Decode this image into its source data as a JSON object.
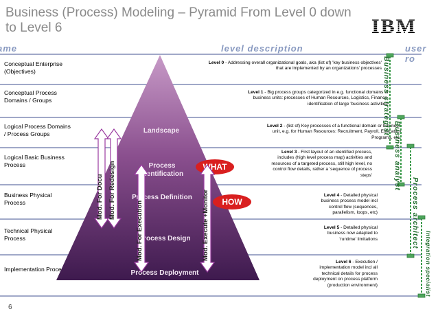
{
  "slide": {
    "title": "Business (Process) Modeling – Pyramid From Level 0 down to Level 6",
    "page_number": "6",
    "logo": "IBM"
  },
  "columns": {
    "level_name": "ame",
    "level_description": "level description",
    "user_role": "user ro"
  },
  "levels": [
    {
      "name": "Conceptual Enterprise (Objectives)",
      "desc_bold": "Level 0",
      "desc": " - Addressing overall organizational goals, aka (list of) 'key business objectives' that are implemented by an organizations' processes"
    },
    {
      "name": "Conceptual Process Domains / Groups",
      "desc_bold": "Level 1",
      "desc": " - Big process groups categorized in e.g. functional domains or business units: processes of Human Resources, Logistics, Finance, identification of large 'business activities'"
    },
    {
      "name": "Logical Process Domains / Process Groups",
      "desc_bold": "Level 2",
      "desc": " - (list of) Key processes of a functional domain or business unit, e.g. for Human Resources: Recruitment, Payroll, Education Programs, etc."
    },
    {
      "name": "Logical Basic Business Process",
      "desc_bold": "Level 3",
      "desc": " - First layout of an identified process, includes (high level process map) activities and resources of a targeted process, still high level, no control flow details, rather a 'sequence of process steps'"
    },
    {
      "name": "Business Physical Process",
      "desc_bold": "Level 4",
      "desc": " - Detailed physical business process model incl control flow (sequences, parallelism, loops, etc)"
    },
    {
      "name": "Technical Physical Process",
      "desc_bold": "Level 5",
      "desc": " - Detailed physical business now adapted to 'runtime' limitations"
    },
    {
      "name": "Implementation Process",
      "desc_bold": "Level 6",
      "desc": " - Execution / implementation model incl all technical details for process deployment on process platform (production environment)"
    }
  ],
  "pyramid": {
    "layers": [
      "Landscape",
      "Process Identification",
      "Process Definition",
      "Process Design",
      "Process Deployment"
    ],
    "what_label": "WHAT",
    "how_label": "HOW",
    "mod_docu": "Mod. For Docu",
    "mod_redesign": "Mod. For Redesign",
    "mod_execution": "Mod. For Execution",
    "mod_execute_monitor": "Mod. Execute +Monitor",
    "colors": {
      "top": "#b07ab0",
      "bottom": "#4a1f5a",
      "oval": "#d91f1f"
    }
  },
  "roles": [
    {
      "label": "Business strategist"
    },
    {
      "label": "Business analyst"
    },
    {
      "label": "Process architect"
    },
    {
      "label": "Integration specialist"
    }
  ]
}
